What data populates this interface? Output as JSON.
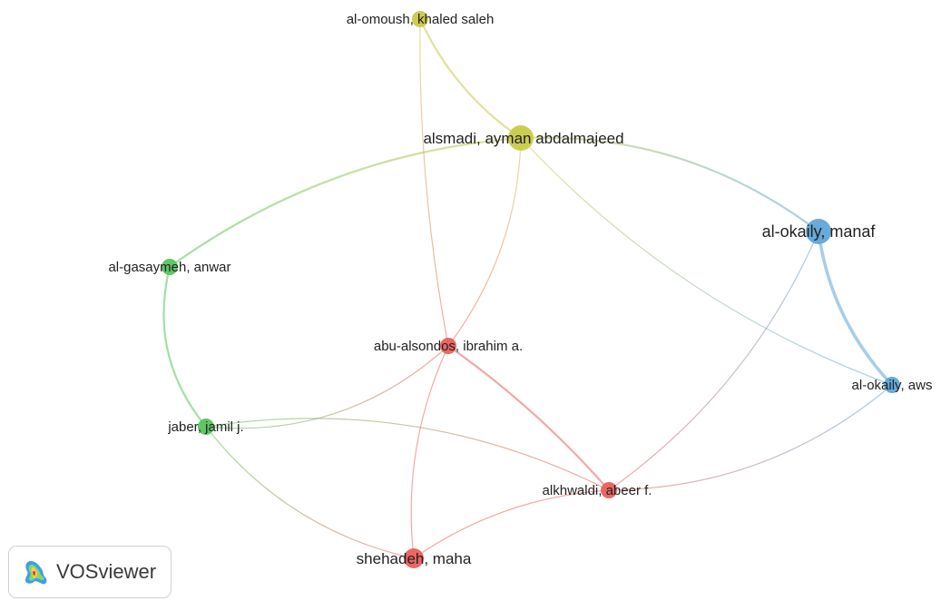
{
  "brand": {
    "name": "VOSviewer"
  },
  "colors": {
    "cluster_red": "#e8605c",
    "cluster_green": "#59c35f",
    "cluster_yellow": "#c9c94a",
    "cluster_blue": "#5fa6d8"
  },
  "network": {
    "nodes": [
      {
        "id": "al-omoush",
        "label": "al-omoush, khaled saleh",
        "cluster": "yellow",
        "weight": 1
      },
      {
        "id": "alsmadi",
        "label": "alsmadi, ayman abdalmajeed",
        "cluster": "yellow",
        "weight": 3
      },
      {
        "id": "al-okaily-manaf",
        "label": "al-okaily, manaf",
        "cluster": "blue",
        "weight": 3
      },
      {
        "id": "al-gasaymeh",
        "label": "al-gasaymeh, anwar",
        "cluster": "green",
        "weight": 1
      },
      {
        "id": "abu-alsondos",
        "label": "abu-alsondos, ibrahim a.",
        "cluster": "red",
        "weight": 1
      },
      {
        "id": "al-okaily-aws",
        "label": "al-okaily, aws",
        "cluster": "blue",
        "weight": 1
      },
      {
        "id": "jaber",
        "label": "jaber, jamil j.",
        "cluster": "green",
        "weight": 1
      },
      {
        "id": "alkhwaldi",
        "label": "alkhwaldi, abeer f.",
        "cluster": "red",
        "weight": 1
      },
      {
        "id": "shehadeh",
        "label": "shehadeh, maha",
        "cluster": "red",
        "weight": 2
      }
    ],
    "links": [
      {
        "source": "al-omoush",
        "target": "alsmadi",
        "strength": 2
      },
      {
        "source": "al-omoush",
        "target": "abu-alsondos",
        "strength": 1
      },
      {
        "source": "alsmadi",
        "target": "al-okaily-manaf",
        "strength": 2
      },
      {
        "source": "alsmadi",
        "target": "al-okaily-aws",
        "strength": 1
      },
      {
        "source": "alsmadi",
        "target": "al-gasaymeh",
        "strength": 2
      },
      {
        "source": "alsmadi",
        "target": "abu-alsondos",
        "strength": 1
      },
      {
        "source": "al-okaily-manaf",
        "target": "al-okaily-aws",
        "strength": 3
      },
      {
        "source": "al-okaily-manaf",
        "target": "alkhwaldi",
        "strength": 1
      },
      {
        "source": "al-okaily-aws",
        "target": "alkhwaldi",
        "strength": 1
      },
      {
        "source": "al-gasaymeh",
        "target": "jaber",
        "strength": 2
      },
      {
        "source": "jaber",
        "target": "abu-alsondos",
        "strength": 1
      },
      {
        "source": "jaber",
        "target": "alkhwaldi",
        "strength": 1
      },
      {
        "source": "jaber",
        "target": "shehadeh",
        "strength": 1
      },
      {
        "source": "abu-alsondos",
        "target": "alkhwaldi",
        "strength": 2
      },
      {
        "source": "abu-alsondos",
        "target": "shehadeh",
        "strength": 1
      },
      {
        "source": "alkhwaldi",
        "target": "shehadeh",
        "strength": 1
      }
    ]
  }
}
